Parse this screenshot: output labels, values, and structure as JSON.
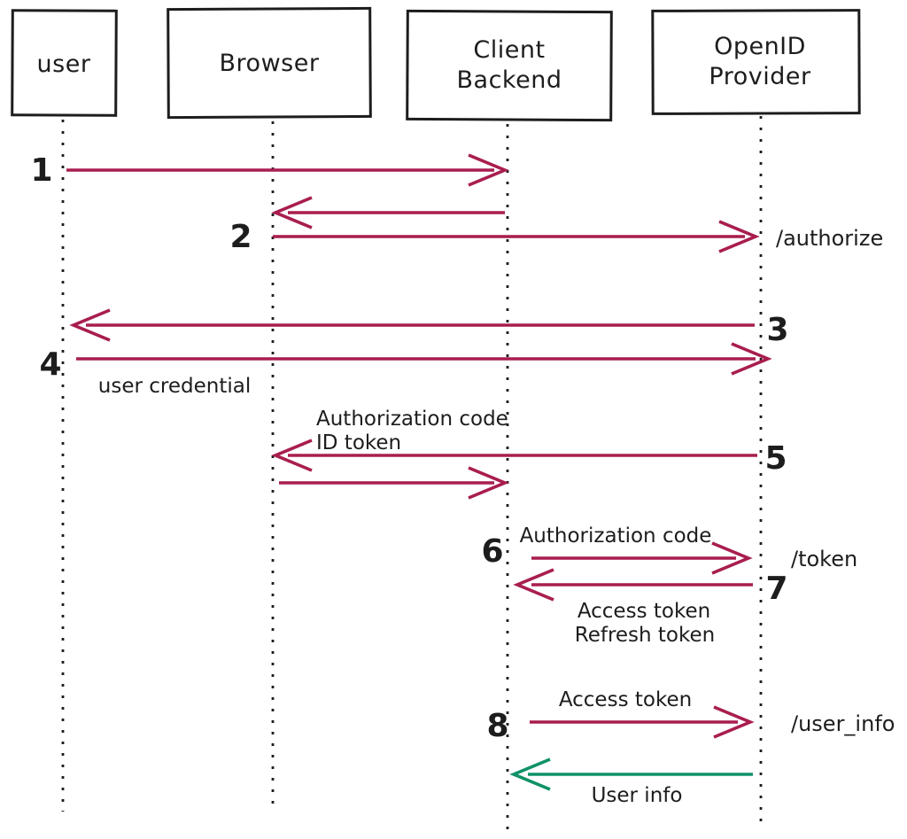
{
  "colors": {
    "arrow": "#a91d4f",
    "endpoint": "#0f9168",
    "ink": "#1d1d1d",
    "background": "#ffffff"
  },
  "actors": [
    {
      "name": "user",
      "lines": [
        "user"
      ]
    },
    {
      "name": "browser",
      "lines": [
        "Browser"
      ]
    },
    {
      "name": "client-backend",
      "lines": [
        "Client",
        "Backend"
      ]
    },
    {
      "name": "openid-provider",
      "lines": [
        "OpenID",
        "Provider"
      ]
    }
  ],
  "messages": [
    {
      "step": "1",
      "from": "user",
      "to": "client-backend"
    },
    {
      "from": "client-backend",
      "to": "browser"
    },
    {
      "step": "2",
      "from": "browser",
      "to": "openid-provider",
      "endpoint": "/authorize"
    },
    {
      "step": "3",
      "from": "openid-provider",
      "to": "user"
    },
    {
      "step": "4",
      "from": "user",
      "to": "openid-provider",
      "label": "user credential"
    },
    {
      "step": "5",
      "from": "openid-provider",
      "to": "browser",
      "labels": [
        "Authorization code",
        "ID token"
      ]
    },
    {
      "from": "browser",
      "to": "client-backend"
    },
    {
      "step": "6",
      "from": "client-backend",
      "to": "openid-provider",
      "label": "Authorization code",
      "endpoint": "/token"
    },
    {
      "step": "7",
      "from": "openid-provider",
      "to": "client-backend",
      "labels": [
        "Access token",
        "Refresh token"
      ]
    },
    {
      "step": "8",
      "from": "client-backend",
      "to": "openid-provider",
      "label": "Access token",
      "endpoint": "/user_info"
    },
    {
      "from": "openid-provider",
      "to": "client-backend",
      "label": "User info",
      "color": "green"
    }
  ]
}
